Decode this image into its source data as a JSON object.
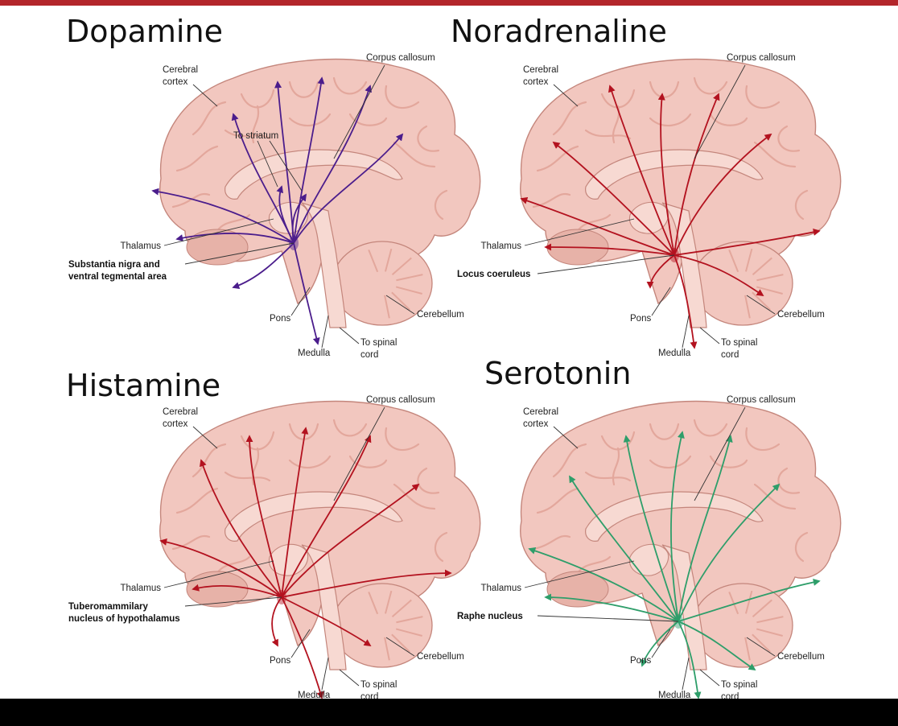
{
  "colors": {
    "frame": "#b3262b",
    "brain_fill": "#f2c7bf",
    "brain_shade": "#e3a79c",
    "brain_line": "#c4867c",
    "inner_fill": "#f7d9d2",
    "dopamine": "#4b1d8c",
    "noradrenaline": "#b3121f",
    "histamine": "#b3121f",
    "serotonin": "#2e9e6a"
  },
  "panels": [
    {
      "title": "Dopamine",
      "pathway_color": "#4b1d8c",
      "labels": {
        "cerebral_cortex": [
          "Cerebral",
          "cortex"
        ],
        "corpus_callosum": "Corpus callosum",
        "to_striatum": "To striatum",
        "thalamus": "Thalamus",
        "source_nucleus": [
          "Substantia nigra and",
          "ventral tegmental area"
        ],
        "pons": "Pons",
        "medulla": "Medulla",
        "cerebellum": "Cerebellum",
        "to_spinal_cord": [
          "To spinal",
          "cord"
        ]
      }
    },
    {
      "title": "Noradrenaline",
      "pathway_color": "#b3121f",
      "labels": {
        "cerebral_cortex": [
          "Cerebral",
          "cortex"
        ],
        "corpus_callosum": "Corpus callosum",
        "thalamus": "Thalamus",
        "source_nucleus": [
          "Locus coeruleus"
        ],
        "pons": "Pons",
        "medulla": "Medulla",
        "cerebellum": "Cerebellum",
        "to_spinal_cord": [
          "To spinal",
          "cord"
        ]
      }
    },
    {
      "title": "Histamine",
      "pathway_color": "#b3121f",
      "labels": {
        "cerebral_cortex": [
          "Cerebral",
          "cortex"
        ],
        "corpus_callosum": "Corpus callosum",
        "thalamus": "Thalamus",
        "source_nucleus": [
          "Tuberomammilary",
          "nucleus of hypothalamus"
        ],
        "pons": "Pons",
        "medulla": "Medulla",
        "cerebellum": "Cerebellum",
        "to_spinal_cord": [
          "To spinal",
          "cord"
        ]
      }
    },
    {
      "title": "Serotonin",
      "pathway_color": "#2e9e6a",
      "labels": {
        "cerebral_cortex": [
          "Cerebral",
          "cortex"
        ],
        "corpus_callosum": "Corpus callosum",
        "thalamus": "Thalamus",
        "source_nucleus": [
          "Raphe nucleus"
        ],
        "pons": "Pons",
        "medulla": "Medulla",
        "cerebellum": "Cerebellum",
        "to_spinal_cord": [
          "To spinal",
          "cord"
        ]
      }
    }
  ]
}
